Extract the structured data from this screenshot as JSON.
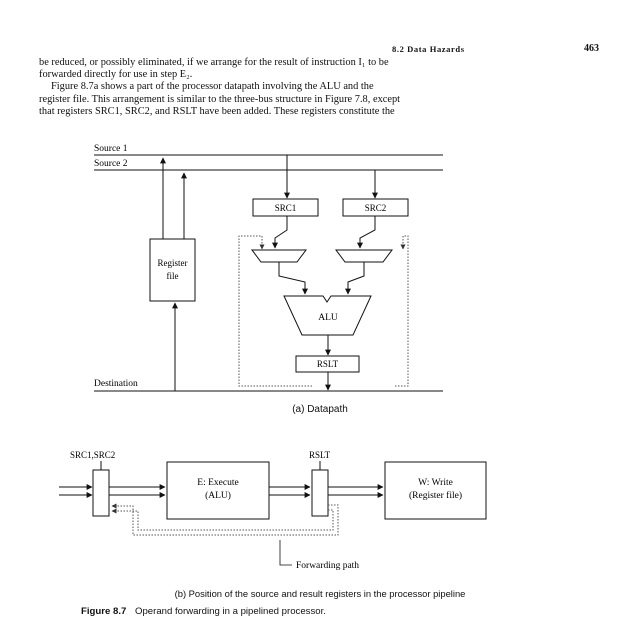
{
  "header": {
    "section": "8.2 Data Hazards",
    "page_number": "463"
  },
  "body": {
    "lines": [
      "be reduced, or possibly eliminated, if we arrange for the result of instruction I₁ to be",
      "forwarded directly for use in step E₂.",
      "Figure 8.7a shows a part of the processor datapath involving the ALU and the",
      "register file. This arrangement is similar to the three-bus structure in Figure 7.8, except",
      "that registers SRC1, SRC2, and RSLT have been added. These registers constitute the"
    ]
  },
  "figure_a": {
    "bus_source1": "Source 1",
    "bus_source2": "Source 2",
    "bus_destination": "Destination",
    "register_file_line1": "Register",
    "register_file_line2": "file",
    "src1": "SRC1",
    "src2": "SRC2",
    "alu": "ALU",
    "rslt": "RSLT",
    "caption": "(a) Datapath"
  },
  "figure_b": {
    "src_label": "SRC1,SRC2",
    "rslt_label": "RSLT",
    "execute_line1": "E: Execute",
    "execute_line2": "(ALU)",
    "write_line1": "W: Write",
    "write_line2": "(Register file)",
    "forwarding": "Forwarding path",
    "caption": "(b) Position of the source and result registers in the processor pipeline"
  },
  "figure_caption": {
    "label": "Figure 8.7",
    "text": "Operand forwarding in a pipelined processor."
  }
}
